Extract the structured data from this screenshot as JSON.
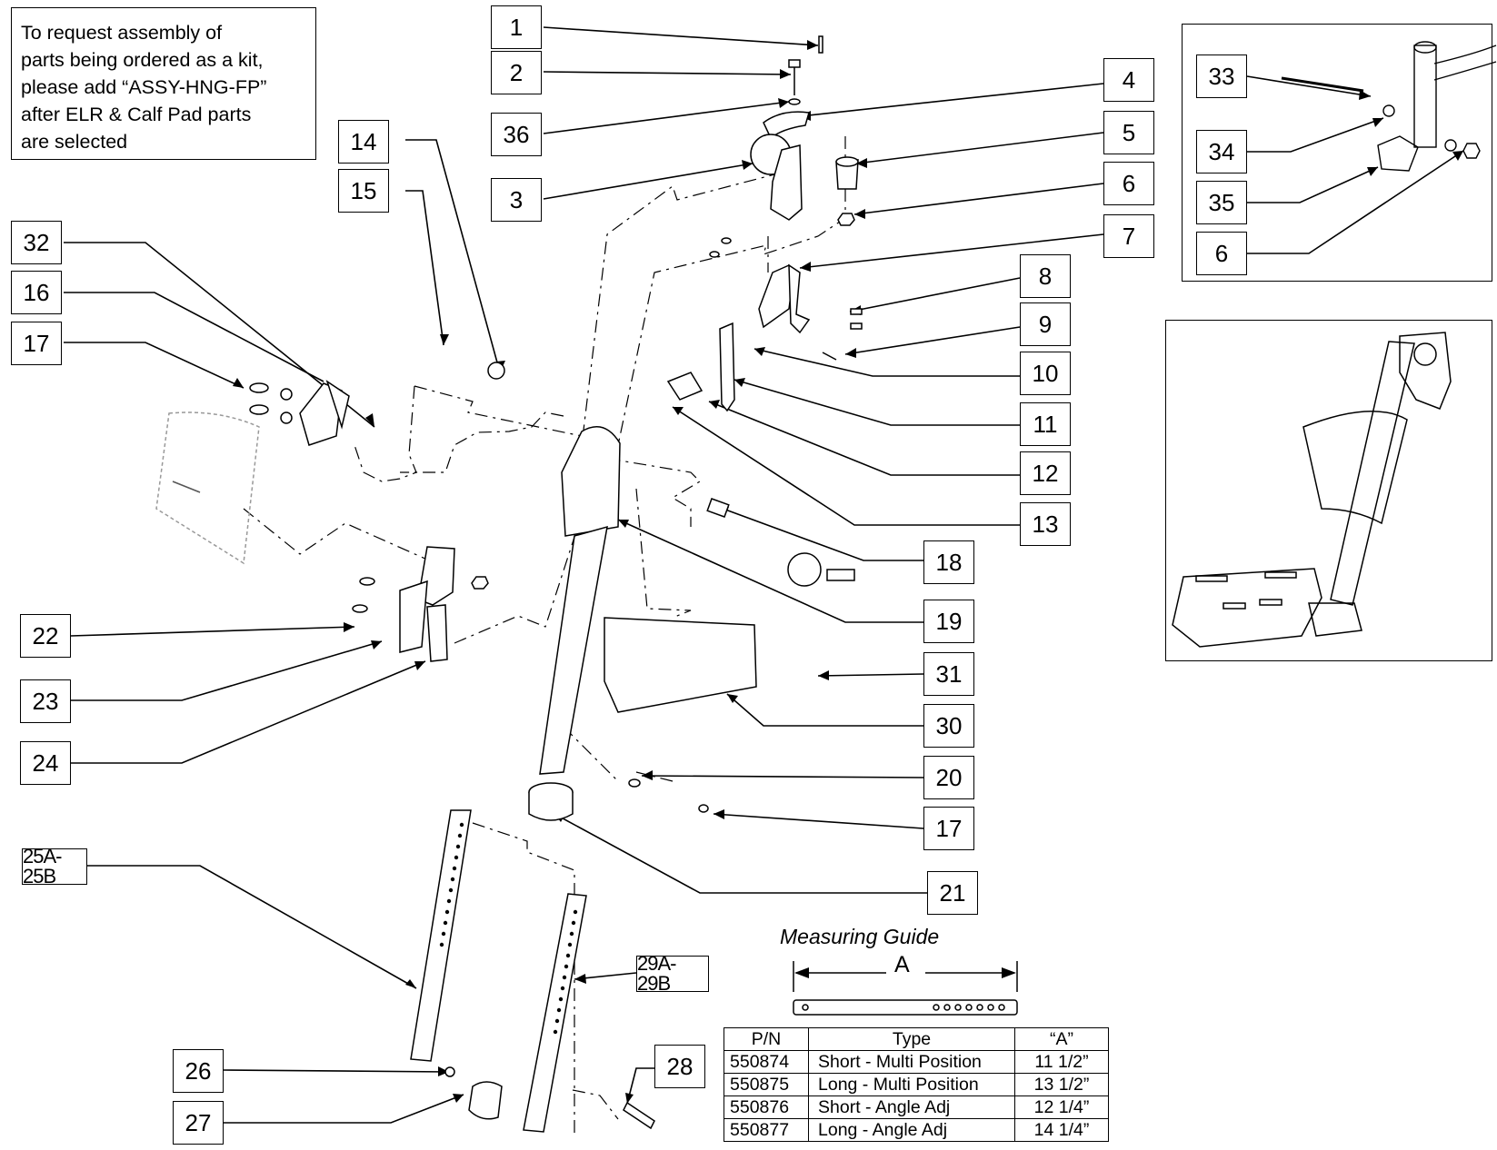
{
  "note": {
    "lines": [
      "To request assembly of",
      "parts being ordered as a kit,",
      "please add “ASSY-HNG-FP”",
      "after ELR & Calf Pad parts",
      "are selected"
    ]
  },
  "callouts": {
    "c1": "1",
    "c2": "2",
    "c36": "36",
    "c3": "3",
    "c4": "4",
    "c5": "5",
    "c6": "6",
    "c7": "7",
    "c8": "8",
    "c9": "9",
    "c10": "10",
    "c11": "11",
    "c12": "12",
    "c13": "13",
    "c14": "14",
    "c15": "15",
    "c32": "32",
    "c16": "16",
    "c17a": "17",
    "c18": "18",
    "c19": "19",
    "c22": "22",
    "c23": "23",
    "c24": "24",
    "c31": "31",
    "c30": "30",
    "c20": "20",
    "c17b": "17",
    "c21": "21",
    "c25": "25A-25B",
    "c29": "29A-29B",
    "c26": "26",
    "c27": "27",
    "c28": "28",
    "c33": "33",
    "c34": "34",
    "c35": "35",
    "c6b": "6"
  },
  "guide": {
    "title": "Measuring Guide",
    "dimension_label": "A"
  },
  "parts_table": {
    "headers": [
      "P/N",
      "Type",
      "“A”"
    ],
    "rows": [
      [
        "550874",
        "Short - Multi Position",
        "11 1/2”"
      ],
      [
        "550875",
        "Long - Multi Position",
        "13 1/2”"
      ],
      [
        "550876",
        "Short - Angle Adj",
        "12 1/4”"
      ],
      [
        "550877",
        "Long - Angle Adj",
        "14 1/4”"
      ]
    ]
  }
}
